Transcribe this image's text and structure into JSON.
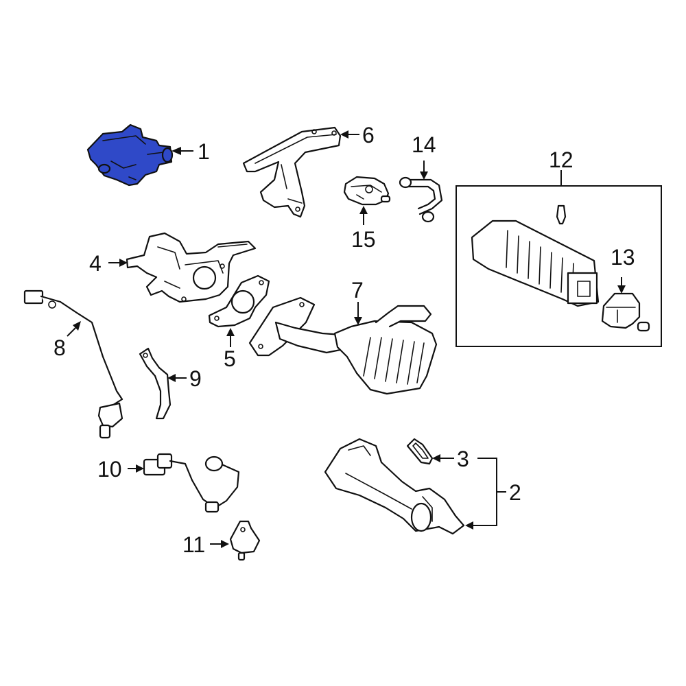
{
  "highlight_color": "#2f49c8",
  "line_color": "#111111",
  "callouts": {
    "c1": "1",
    "c2": "2",
    "c3": "3",
    "c4": "4",
    "c5": "5",
    "c6": "6",
    "c7": "7",
    "c8": "8",
    "c9": "9",
    "c10": "10",
    "c11": "11",
    "c12": "12",
    "c13": "13",
    "c14": "14",
    "c15": "15"
  }
}
